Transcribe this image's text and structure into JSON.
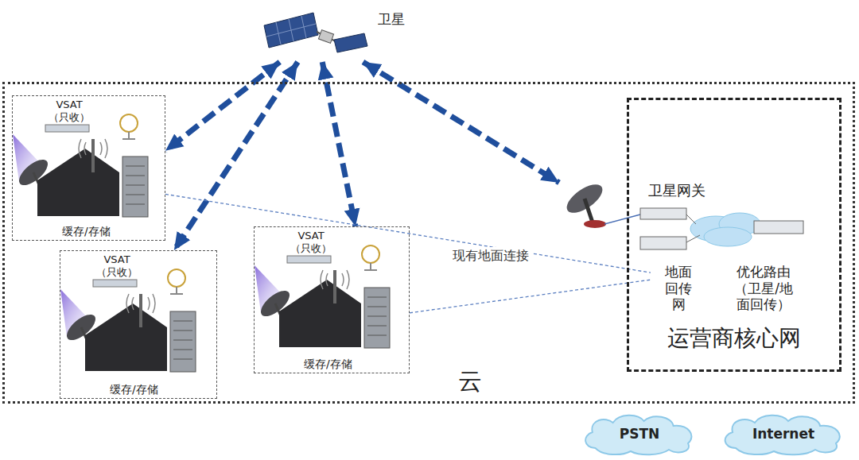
{
  "diagram": {
    "nodes": [
      {
        "text": [
          "卫星"
        ]
      },
      {
        "text": [
          "云"
        ]
      },
      {
        "text": [
          "VSAT （只收）",
          "缓存/存储"
        ],
        "in": 1
      },
      {
        "text": [
          "VSAT （只收）",
          "缓存/存储"
        ],
        "in": 1
      },
      {
        "text": [
          "VSAT （只收）",
          "缓存/存储"
        ],
        "in": 1
      },
      {
        "text": [
          "卫星网关"
        ],
        "in": 1
      },
      {
        "text": [
          "运营商核心网"
        ],
        "in": 1
      },
      {
        "text": [
          "地面 回传网"
        ],
        "in": 6
      },
      {
        "text": [
          "优化路由 （卫星/地 面回传）"
        ],
        "in": 6
      },
      {
        "text": [
          "PSTN"
        ]
      },
      {
        "text": [
          "Internet"
        ]
      }
    ],
    "edges": [
      {
        "from": 0,
        "to": 2,
        "arrow": "both"
      },
      {
        "from": 0,
        "to": 4,
        "arrow": "both"
      },
      {
        "from": 0,
        "to": 3,
        "arrow": "both"
      },
      {
        "from": 0,
        "to": 5,
        "arrow": "both"
      },
      {
        "from": 2,
        "to": 7,
        "arrow": "none"
      },
      {
        "from": 3,
        "to": 7,
        "arrow": "none",
        "label": "现有地面连接"
      }
    ]
  }
}
